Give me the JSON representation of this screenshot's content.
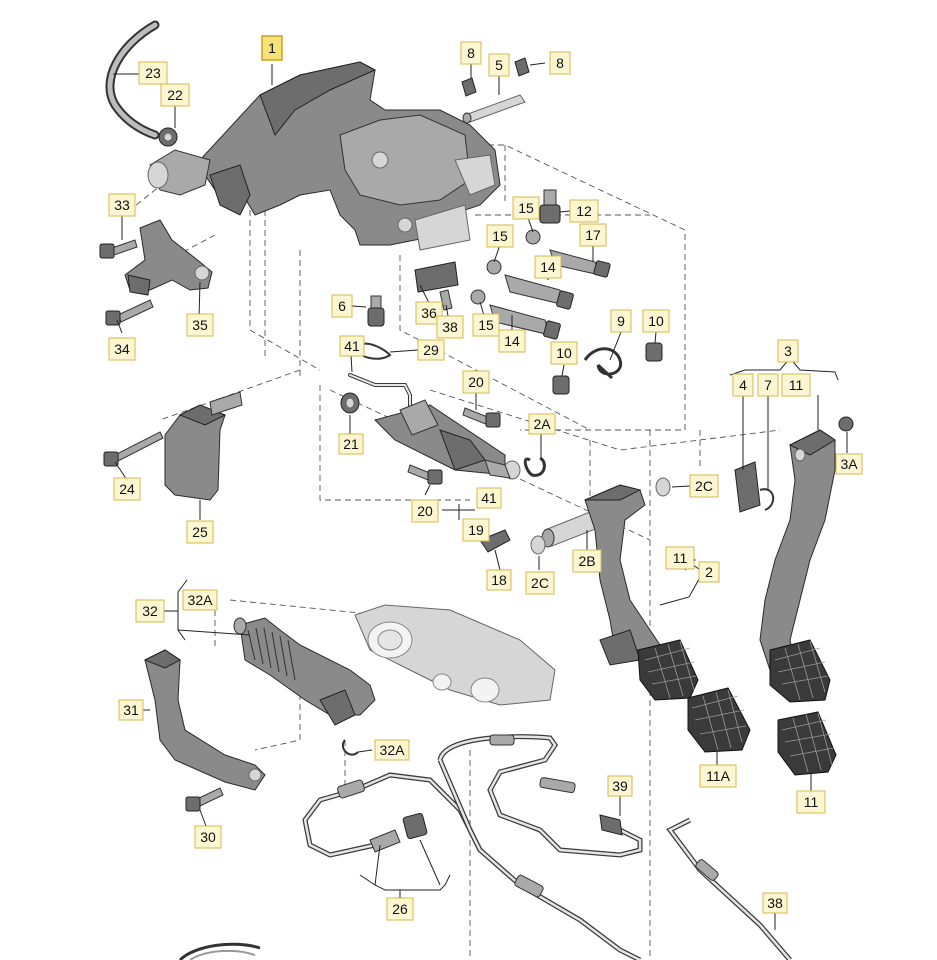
{
  "diagram": {
    "labels": [
      "1",
      "2",
      "2A",
      "2B",
      "2C",
      "2C",
      "3",
      "3A",
      "4",
      "5",
      "6",
      "7",
      "8",
      "8",
      "9",
      "10",
      "10",
      "11",
      "11",
      "11",
      "11",
      "11A",
      "12",
      "14",
      "14",
      "15",
      "15",
      "15",
      "17",
      "18",
      "19",
      "20",
      "20",
      "21",
      "22",
      "23",
      "24",
      "25",
      "26",
      "29",
      "30",
      "31",
      "32",
      "32A",
      "32A",
      "33",
      "33",
      "34",
      "35",
      "36",
      "38",
      "39",
      "41",
      "41"
    ]
  }
}
